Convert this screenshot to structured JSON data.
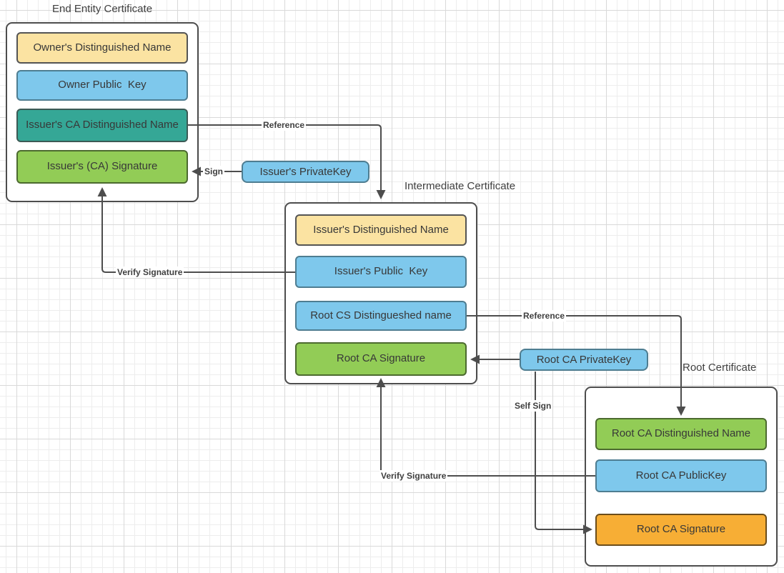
{
  "diagram": {
    "certificates": [
      {
        "title": "End Entity Certificate",
        "fields": [
          {
            "label": "Owner's Distinguished Name",
            "color": "yellow"
          },
          {
            "label": "Owner Public  Key",
            "color": "blue"
          },
          {
            "label": "Issuer's CA Distinguished Name",
            "color": "teal"
          },
          {
            "label": "Issuer's (CA) Signature",
            "color": "green"
          }
        ]
      },
      {
        "title": "Intermediate Certificate",
        "fields": [
          {
            "label": "Issuer's Distinguished Name",
            "color": "yellow"
          },
          {
            "label": "Issuer's Public  Key",
            "color": "blue"
          },
          {
            "label": "Root CS Distingueshed name",
            "color": "blue"
          },
          {
            "label": "Root CA Signature",
            "color": "green"
          }
        ]
      },
      {
        "title": "Root Certificate",
        "fields": [
          {
            "label": "Root CA Distinguished Name",
            "color": "green"
          },
          {
            "label": "Root CA PublicKey",
            "color": "blue"
          },
          {
            "label": "Root CA Signature",
            "color": "orange"
          }
        ]
      }
    ],
    "keys": [
      {
        "label": "Issuer's PrivateKey"
      },
      {
        "label": "Root CA PrivateKey"
      }
    ],
    "edge_labels": {
      "reference_top": "Reference",
      "sign": "Sign",
      "verify_signature_left": "Verify Signature",
      "reference_bottom": "Reference",
      "self_sign": "Self Sign",
      "verify_signature_bottom": "Verify Signature"
    },
    "colors": {
      "yellow_fill": "#fbe3a2",
      "blue_fill": "#7ec8ec",
      "teal_fill": "#35a796",
      "green_fill": "#92cc56",
      "orange_fill": "#f7ae35",
      "line": "#4d4d4d",
      "grid_minor": "#ededed",
      "grid_major": "#d9d9d9",
      "text": "#3f3f3f"
    }
  }
}
